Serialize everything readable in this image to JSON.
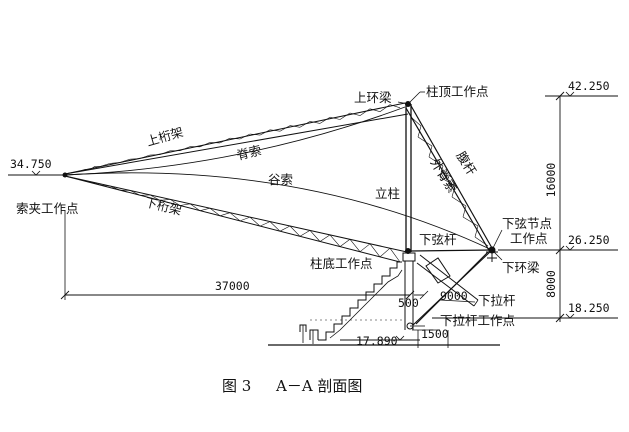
{
  "labels": {
    "upper_truss": "上桁架",
    "ridge_cable": "脊索",
    "upper_ring_beam": "上环梁",
    "column_top_point": "柱顶工作点",
    "valley_cable": "谷索",
    "lower_truss": "下桁架",
    "cable_clamp_point": "索夹工作点",
    "column": "立柱",
    "belly_bar": "腹杆",
    "outer_ridge_cable": "外脊索",
    "lower_chord_bar": "下弦杆",
    "lower_chord_node": "下弦节点",
    "work_point": "工作点",
    "lower_ring_beam": "下环梁",
    "column_base_point": "柱底工作点",
    "lower_tie_rod": "下拉杆",
    "lower_tie_rod_point": "下拉杆工作点"
  },
  "dimensions": {
    "elev_left": "34.750",
    "elev_top": "42.250",
    "elev_mid": "26.250",
    "elev_low": "18.250",
    "h_upper": "16000",
    "h_lower": "8000",
    "span": "37000",
    "d_500": "500",
    "d_9000": "9000",
    "d_17890": "17.890",
    "d_1500": "1500"
  },
  "caption": {
    "figure_no": "图 3",
    "title": "A－A 剖面图"
  }
}
